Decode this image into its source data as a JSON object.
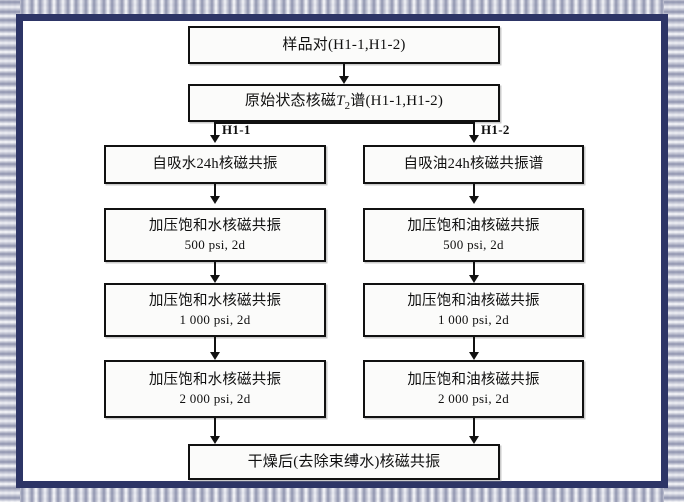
{
  "figure": {
    "type": "flowchart",
    "title": "NMR experiment workflow for sample pair H1-1 / H1-2",
    "frame_color": "#2d3566",
    "box_border_color": "#111111",
    "box_fill_color": "#fbfbfa"
  },
  "nodes": {
    "sample_pair": {
      "id": "node-sample",
      "line1": "样品对(H1-1,H1-2)",
      "line2": ""
    },
    "initial_state": {
      "id": "node-initial",
      "line1_prefix": "原始状态核磁",
      "line1_symbol": "T",
      "line1_subscript": "2",
      "line1_suffix": "谱(H1-1,H1-2)",
      "line2": ""
    },
    "left": [
      {
        "id": "node-l1",
        "line1": "自吸水24h核磁共振",
        "line2": ""
      },
      {
        "id": "node-l2",
        "line1": "加压饱和水核磁共振",
        "line2": "500 psi, 2d"
      },
      {
        "id": "node-l3",
        "line1": "加压饱和水核磁共振",
        "line2": "1 000 psi, 2d"
      },
      {
        "id": "node-l4",
        "line1": "加压饱和水核磁共振",
        "line2": "2 000 psi, 2d"
      }
    ],
    "right": [
      {
        "id": "node-r1",
        "line1": "自吸油24h核磁共振谱",
        "line2": ""
      },
      {
        "id": "node-r2",
        "line1": "加压饱和油核磁共振",
        "line2": "500 psi, 2d"
      },
      {
        "id": "node-r3",
        "line1": "加压饱和油核磁共振",
        "line2": "1 000 psi, 2d"
      },
      {
        "id": "node-r4",
        "line1": "加压饱和油核磁共振",
        "line2": "2 000 psi, 2d"
      }
    ],
    "dried": {
      "id": "node-dry",
      "line1": "干燥后(去除束缚水)核磁共振",
      "line2": ""
    }
  },
  "branch_labels": {
    "left": "H1-1",
    "right": "H1-2"
  }
}
